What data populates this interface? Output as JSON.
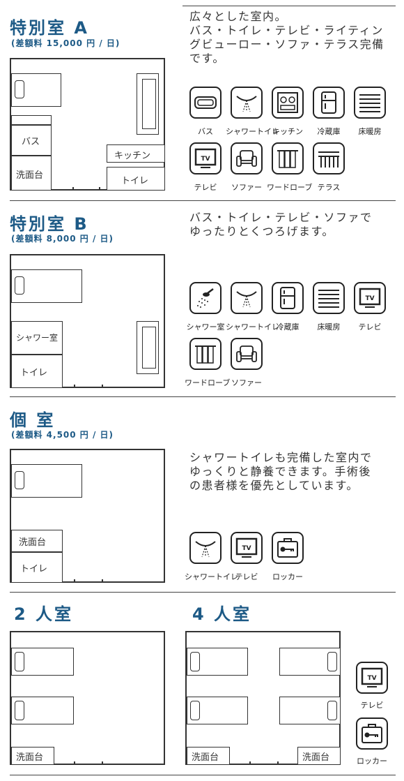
{
  "sectionA": {
    "title": "特別室 A",
    "fee": "(差額料 15,000 円 / 日)",
    "description": "広々とした室内。\nバス・トイレ・テレビ・ライティン\nグビューロー・ソファ・テラス完備\nです。",
    "plan": {
      "bath": "バス",
      "kitchen": "キッチン",
      "sink": "洗面台",
      "toilet": "トイレ"
    },
    "amenities": [
      "バス",
      "シャワートイレ",
      "キッチン",
      "冷蔵庫",
      "床暖房",
      "テレビ",
      "ソファー",
      "ワードローブ",
      "テラス"
    ]
  },
  "sectionB": {
    "title": "特別室 B",
    "fee": "(差額料 8,000 円 / 日)",
    "description": "バス・トイレ・テレビ・ソファで\nゆったりとくつろげます。",
    "plan": {
      "shower": "シャワー室",
      "toilet": "トイレ"
    },
    "amenities": [
      "シャワー室",
      "シャワートイレ",
      "冷蔵庫",
      "床暖房",
      "テレビ",
      "ワードローブ",
      "ソファー"
    ]
  },
  "sectionC": {
    "title": "個 室",
    "fee": "(差額料 4,500 円 / 日)",
    "description": "シャワートイレも完備した室内で\nゆっくりと静養できます。手術後\nの患者様を優先としています。",
    "plan": {
      "sink": "洗面台",
      "toilet": "トイレ"
    },
    "amenities": [
      "シャワートイレ",
      "テレビ",
      "ロッカー"
    ]
  },
  "sectionD": {
    "title2": "2 人室",
    "title4": "4 人室",
    "plan2": {
      "sink": "洗面台"
    },
    "plan4": {
      "sink1": "洗面台",
      "sink2": "洗面台"
    },
    "amenities": [
      "テレビ",
      "ロッカー"
    ]
  }
}
